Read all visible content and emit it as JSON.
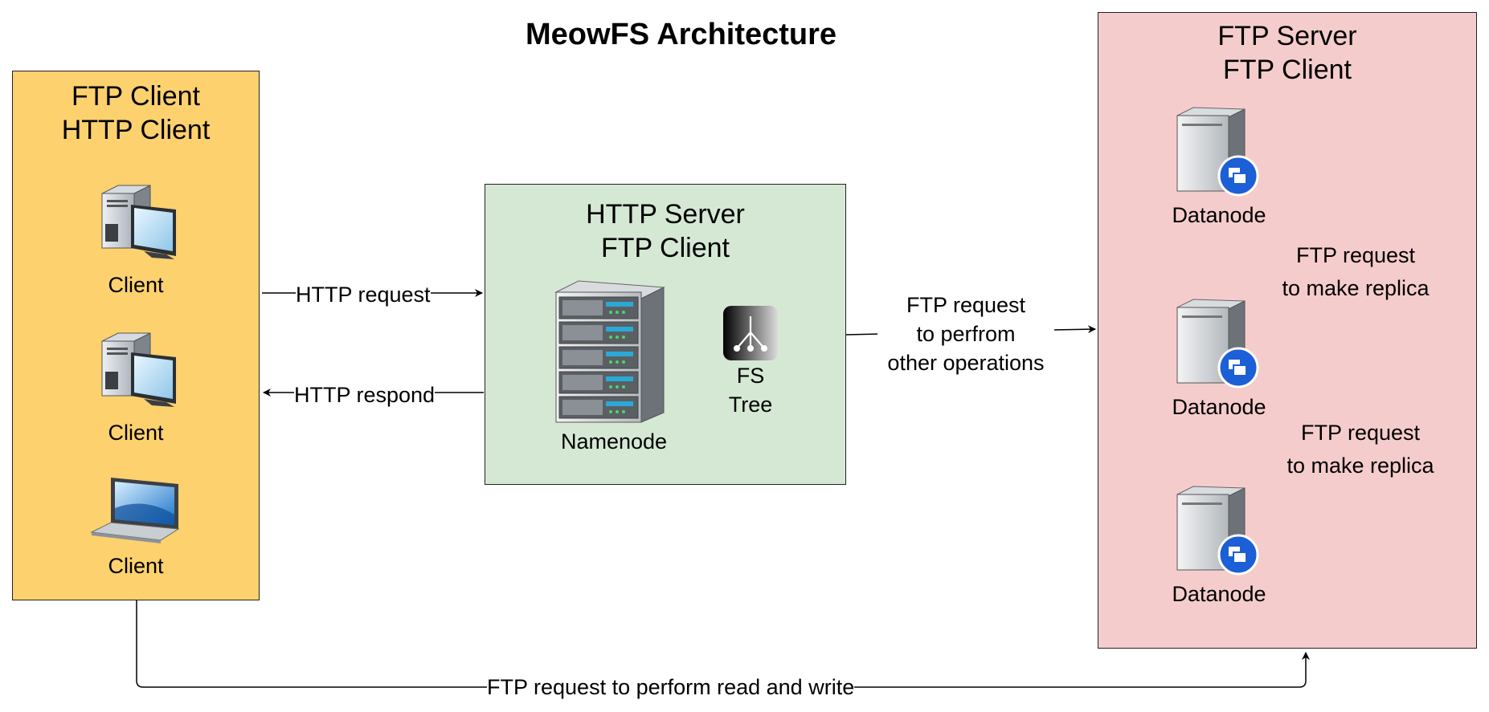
{
  "title": "MeowFS Architecture",
  "clients_panel": {
    "title_line1": "FTP Client",
    "title_line2": "HTTP Client",
    "clients": [
      {
        "label": "Client",
        "icon": "desktop-computer-icon"
      },
      {
        "label": "Client",
        "icon": "desktop-computer-icon"
      },
      {
        "label": "Client",
        "icon": "laptop-icon"
      }
    ],
    "color": "#fdd16e"
  },
  "http_panel": {
    "title_line1": "HTTP Server",
    "title_line2": "FTP Client",
    "namenode_label": "Namenode",
    "fs_tree_label_line1": "FS",
    "fs_tree_label_line2": "Tree",
    "color": "#d5e8d4"
  },
  "ftp_panel": {
    "title_line1": "FTP Server",
    "title_line2": "FTP Client",
    "datanodes": [
      "Datanode",
      "Datanode",
      "Datanode"
    ],
    "replica_notes": [
      {
        "line1": "FTP request",
        "line2": "to make replica"
      },
      {
        "line1": "FTP request",
        "line2": "to make replica"
      }
    ],
    "color": "#f5cccc"
  },
  "edges": {
    "http_request": "HTTP request",
    "http_respond": "HTTP respond",
    "ftp_other_line1": "FTP request",
    "ftp_other_line2": "to perfrom",
    "ftp_other_line3": "other operations",
    "ftp_read_write": "FTP request to perform read and write"
  }
}
